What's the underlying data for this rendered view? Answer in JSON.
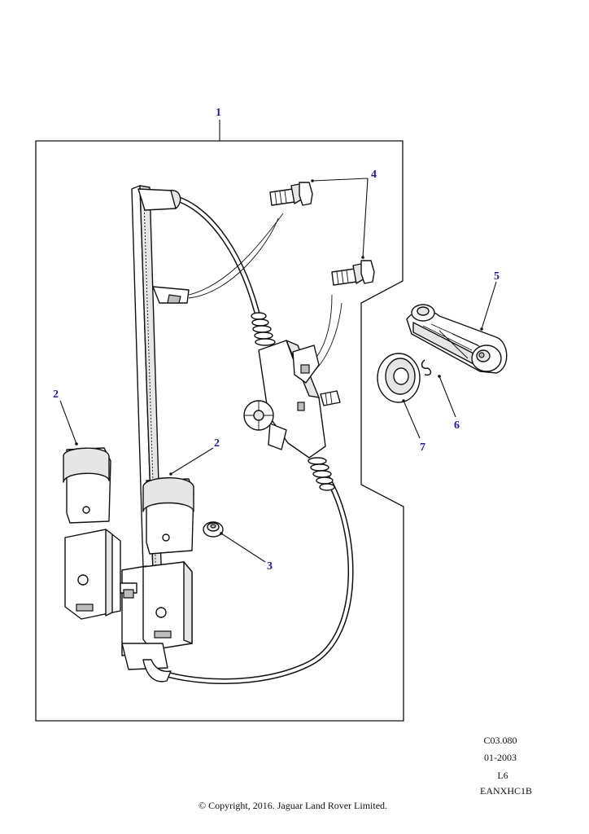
{
  "diagram": {
    "callouts": [
      "1",
      "2",
      "2",
      "3",
      "4",
      "5",
      "6",
      "7"
    ]
  },
  "meta": {
    "ref_code": "C03.080",
    "date": "01-2003",
    "level": "L6",
    "illustration_id": "EANXHC1B"
  },
  "footer": {
    "copyright": "© Copyright, 2016. Jaguar Land Rover Limited."
  }
}
